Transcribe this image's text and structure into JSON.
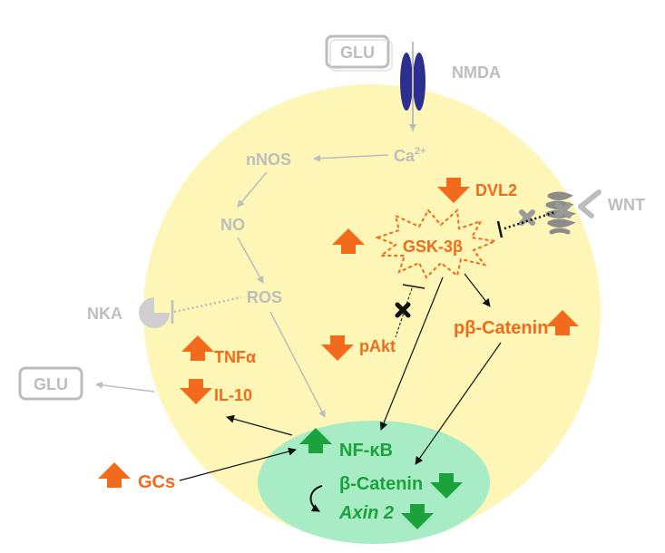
{
  "labels": {
    "glu_top": "GLU",
    "nmda": "NMDA",
    "ca": "Ca",
    "ca_sup": "2+",
    "nnos": "nNOS",
    "no": "NO",
    "ros": "ROS",
    "nka": "NKA",
    "glu_left": "GLU",
    "dvl2": "DVL2",
    "wnt": "WNT",
    "gsk3b": "GSK-3β",
    "pbcatenin": "pβ-Catenin",
    "pakt": "pAkt",
    "tnfa": "TNFα",
    "il10": "IL-10",
    "gcs": "GCs",
    "nfkb": "NF-κB",
    "bcatenin": "β-Catenin",
    "axin2": "Axin 2"
  },
  "colors": {
    "cell_fill": "#fdf6b6",
    "nucleus_fill": "#a8ecc6",
    "gray": "#bdbdbd",
    "orange": "#f26a1b",
    "green": "#1aa33a",
    "receptor": "#2d2f8f"
  }
}
